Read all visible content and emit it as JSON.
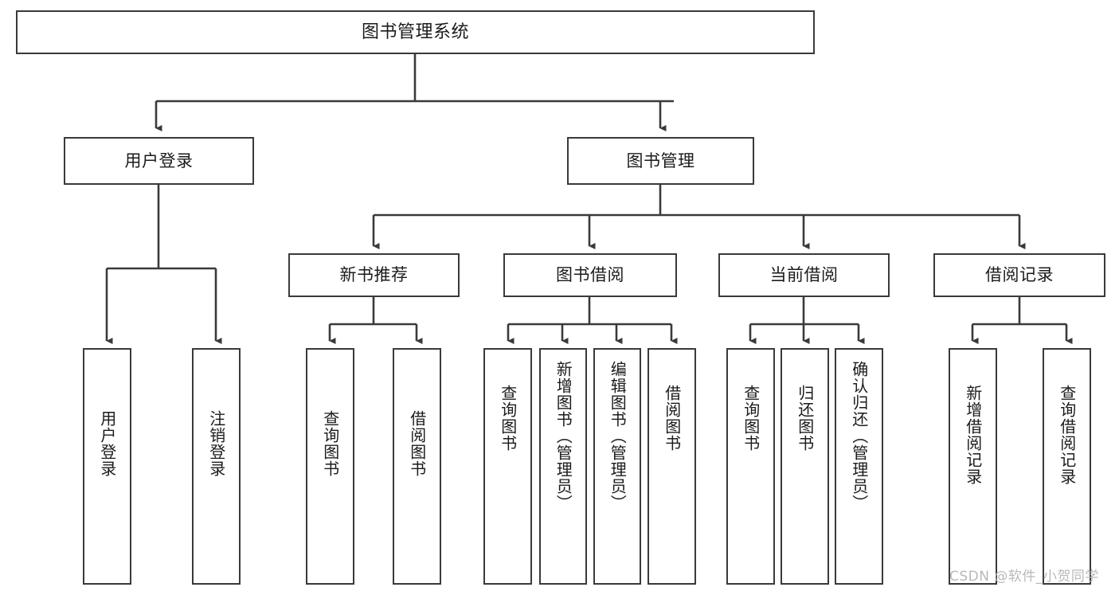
{
  "diagram": {
    "title": "图书管理系统",
    "type": "tree-hierarchy",
    "root": {
      "label": "图书管理系统"
    },
    "level1": [
      {
        "label": "用户登录"
      },
      {
        "label": "图书管理"
      }
    ],
    "level2": [
      {
        "label": "新书推荐",
        "parent": "图书管理"
      },
      {
        "label": "图书借阅",
        "parent": "图书管理"
      },
      {
        "label": "当前借阅",
        "parent": "图书管理"
      },
      {
        "label": "借阅记录",
        "parent": "图书管理"
      }
    ],
    "leaves": {
      "user_login": [
        {
          "label": "用户登录"
        },
        {
          "label": "注销登录"
        }
      ],
      "new_book_recommend": [
        {
          "label": "查询图书"
        },
        {
          "label": "借阅图书"
        }
      ],
      "book_borrow": [
        {
          "label": "查询图书"
        },
        {
          "label": "新增图书（管理员）"
        },
        {
          "label": "编辑图书（管理员）"
        },
        {
          "label": "借阅图书"
        }
      ],
      "current_borrow": [
        {
          "label": "查询图书"
        },
        {
          "label": "归还图书"
        },
        {
          "label": "确认归还（管理员）"
        }
      ],
      "borrow_record": [
        {
          "label": "新增借阅记录"
        },
        {
          "label": "查询借阅记录"
        }
      ]
    }
  },
  "watermark": {
    "text": "CSDN @软件_小贺同学"
  },
  "colors": {
    "stroke": "#3a3a3a",
    "background": "#ffffff",
    "text": "#1b1b1b",
    "watermark": "#b9b9b9"
  }
}
